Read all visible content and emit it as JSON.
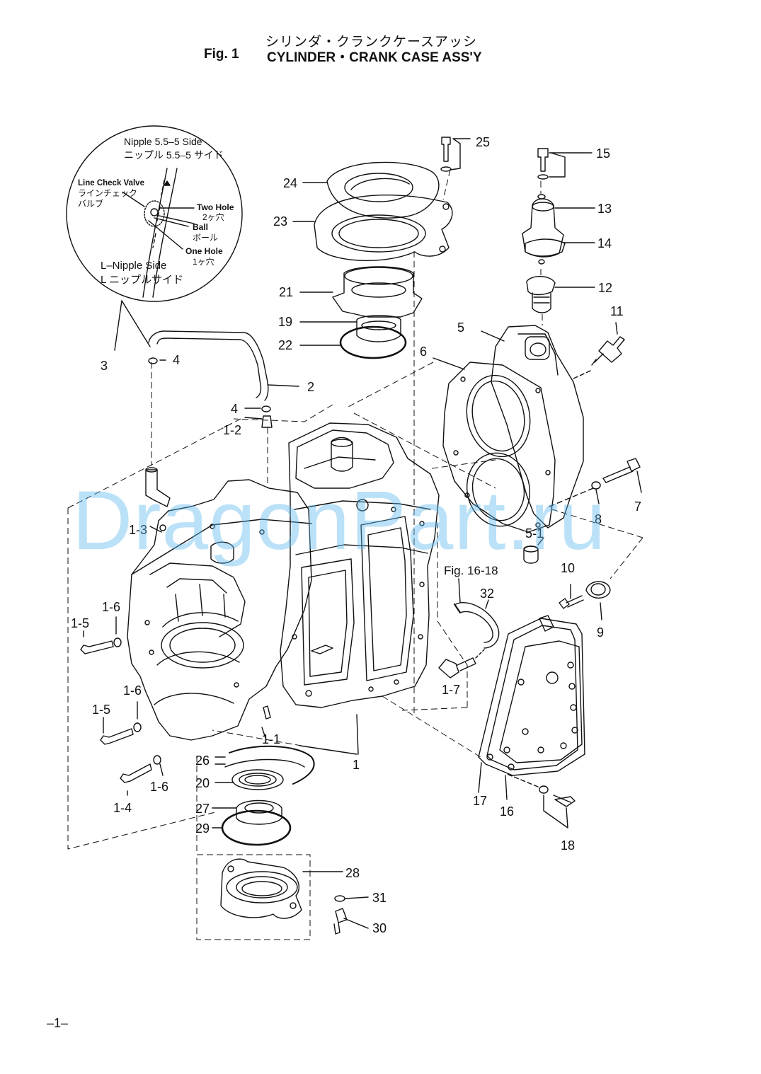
{
  "header": {
    "title_jp": "シリンダ・クランクケースアッシ",
    "fig_label": "Fig. 1",
    "title_en": "CYLINDER・CRANK CASE ASS'Y"
  },
  "detail_inset": {
    "nipple_side_en": "Nipple 5.5–5 Side",
    "nipple_side_jp": "ニップル 5.5–5 サイド",
    "check_valve_en": "Line Check Valve",
    "check_valve_jp1": "ラインチェック",
    "check_valve_jp2": "バルブ",
    "two_hole_en": "Two Hole",
    "two_hole_jp": "2ヶ穴",
    "ball_en": "Ball",
    "ball_jp": "ボール",
    "one_hole_en": "One Hole",
    "one_hole_jp": "1ヶ穴",
    "l_nipple_en": "L–Nipple Side",
    "l_nipple_jp": "L ニップルサイド"
  },
  "reference_note": "Fig. 16-18",
  "callouts": [
    "25",
    "24",
    "23",
    "15",
    "13",
    "14",
    "12",
    "21",
    "19",
    "22",
    "11",
    "5",
    "6",
    "3",
    "4",
    "2",
    "4",
    "1-2",
    "1-3",
    "7",
    "8",
    "5-1",
    "10",
    "9",
    "32",
    "1-6",
    "1-5",
    "1-6",
    "1-5",
    "1-7",
    "1-1",
    "26",
    "20",
    "1",
    "17",
    "16",
    "1-6",
    "1-4",
    "27",
    "29",
    "18",
    "28",
    "31",
    "30"
  ],
  "watermark": "DragonPart.ru",
  "page_number": "–1–"
}
